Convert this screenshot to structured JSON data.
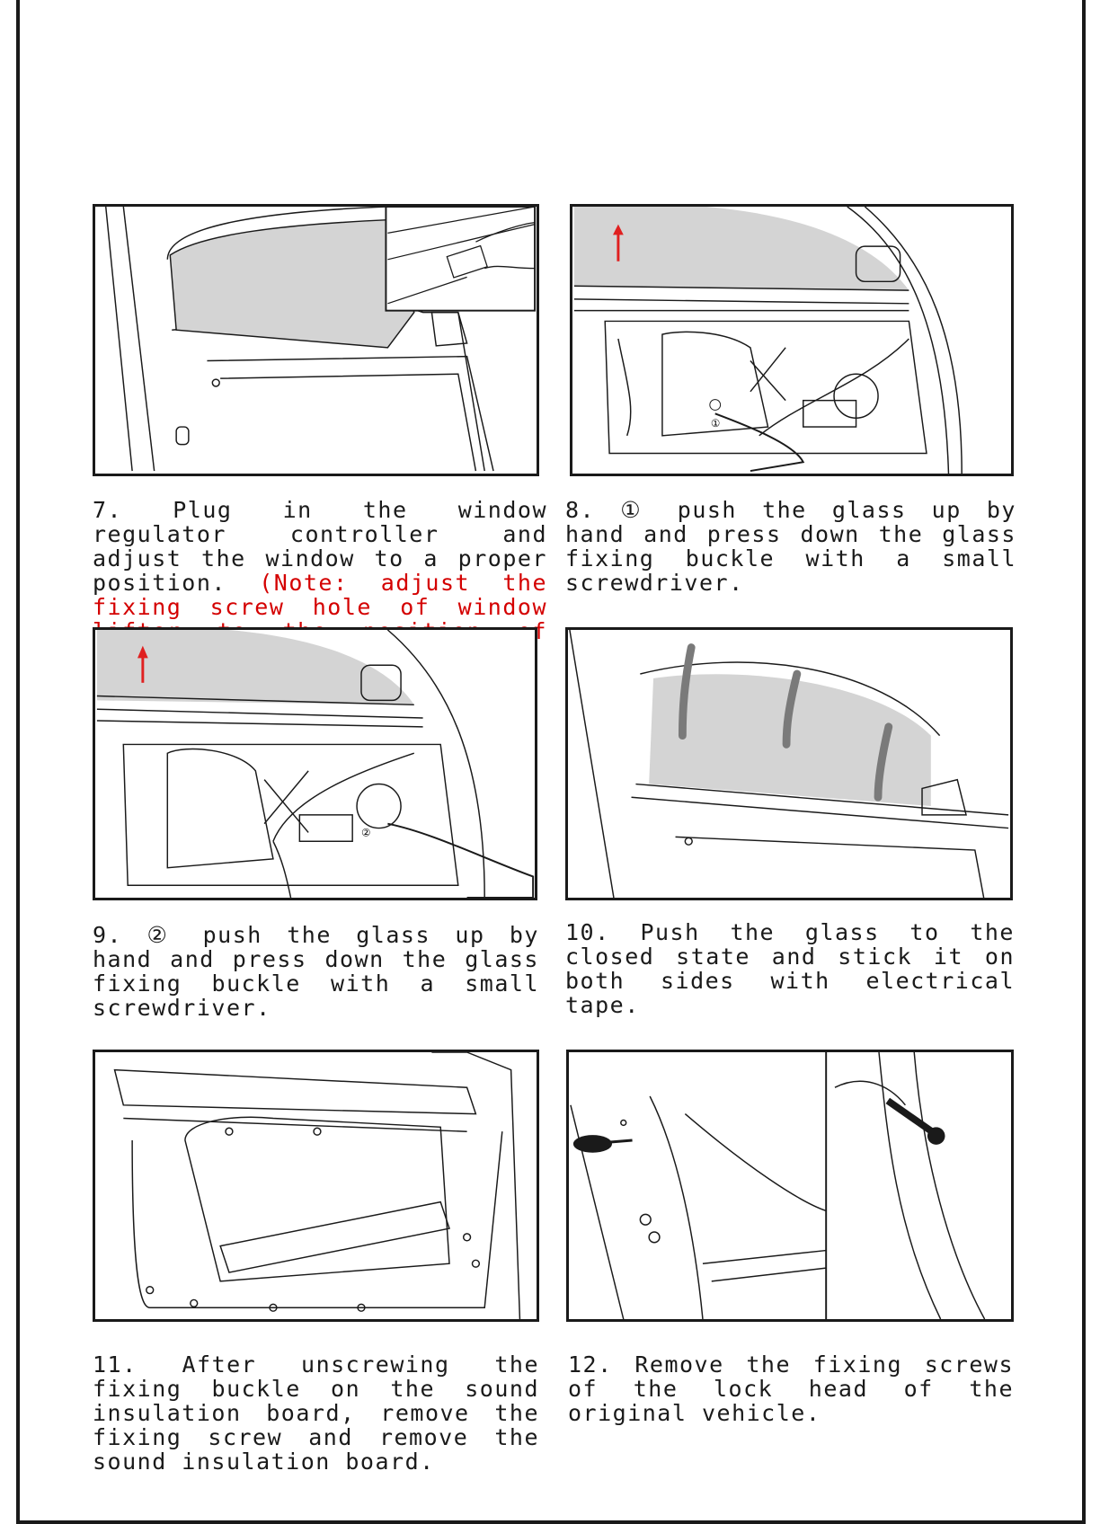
{
  "steps": {
    "s7": {
      "text": "7. Plug in the window regulator controller and adjust the window to a proper position. ",
      "note": "(Note: adjust the fixing screw hole of window lifter to the position of snap)"
    },
    "s8": {
      "text": "8. ① push the glass up by hand and press down the glass fixing buckle with a small screwdriver."
    },
    "s9": {
      "text": "9. ② push the glass up by hand and press down the glass fixing buckle with a small screwdriver."
    },
    "s10": {
      "text": "10. Push the glass to the closed state and stick it on both sides with electrical tape."
    },
    "s11": {
      "text": "11. After unscrewing the fixing buckle on the sound insulation board, remove the fixing screw and remove the sound insulation board."
    },
    "s12": {
      "text": "12. Remove the fixing screws of the lock head of the original vehicle."
    }
  },
  "figure_labels": {
    "circled_1": "①",
    "circled_2": "②"
  },
  "colors": {
    "ink": "#1a1a1a",
    "note_red": "#d40000",
    "glass_gray": "#d4d4d4",
    "tape_gray": "#7a7a7a",
    "arrow_red": "#e02020"
  }
}
